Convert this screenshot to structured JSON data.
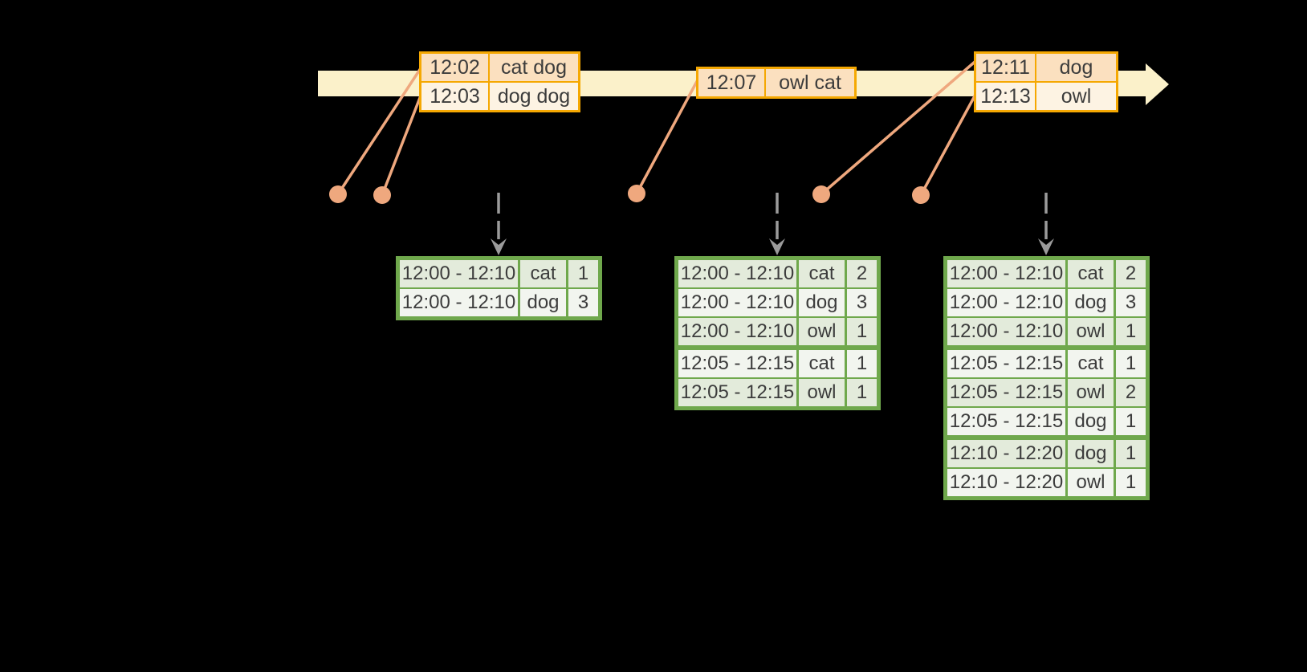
{
  "diagram": {
    "description": "windowed-word-count-streaming-diagram",
    "background_color": "#000000",
    "colors": {
      "timeline_arrow_fill": "#FBF1CA",
      "event_table_border": "#F5A802",
      "event_row_fill_dark": "#FBE0BF",
      "event_row_fill_light": "#FDF3E3",
      "connector_and_dot": "#EFA87E",
      "trigger_arrow_gray": "#9B9B9B",
      "result_table_border": "#6FA84C",
      "result_row_fill_dark": "#E3EBDB",
      "result_row_fill_light": "#F2F5EF",
      "text": "#3C3C3C"
    },
    "icons": {
      "timeline": "right-arrow-icon",
      "trigger": "dashed-down-arrow-icon",
      "event_marker": "dot-icon"
    },
    "timeline": {
      "event_tables": [
        {
          "rows": [
            {
              "time": "12:02",
              "words": "cat dog"
            },
            {
              "time": "12:03",
              "words": "dog dog"
            }
          ]
        },
        {
          "rows": [
            {
              "time": "12:07",
              "words": "owl cat"
            }
          ]
        },
        {
          "rows": [
            {
              "time": "12:11",
              "words": "dog"
            },
            {
              "time": "12:13",
              "words": "owl"
            }
          ]
        }
      ]
    },
    "result_tables": [
      {
        "rows": [
          {
            "window": "12:00 - 12:10",
            "word": "cat",
            "count": "1"
          },
          {
            "window": "12:00 - 12:10",
            "word": "dog",
            "count": "3"
          }
        ]
      },
      {
        "rows": [
          {
            "window": "12:00 - 12:10",
            "word": "cat",
            "count": "2"
          },
          {
            "window": "12:00 - 12:10",
            "word": "dog",
            "count": "3"
          },
          {
            "window": "12:00 - 12:10",
            "word": "owl",
            "count": "1"
          },
          {
            "window": "12:05 - 12:15",
            "word": "cat",
            "count": "1"
          },
          {
            "window": "12:05 - 12:15",
            "word": "owl",
            "count": "1"
          }
        ]
      },
      {
        "rows": [
          {
            "window": "12:00 - 12:10",
            "word": "cat",
            "count": "2"
          },
          {
            "window": "12:00 - 12:10",
            "word": "dog",
            "count": "3"
          },
          {
            "window": "12:00 - 12:10",
            "word": "owl",
            "count": "1"
          },
          {
            "window": "12:05 - 12:15",
            "word": "cat",
            "count": "1"
          },
          {
            "window": "12:05 - 12:15",
            "word": "owl",
            "count": "2"
          },
          {
            "window": "12:05 - 12:15",
            "word": "dog",
            "count": "1"
          },
          {
            "window": "12:10 - 12:20",
            "word": "dog",
            "count": "1"
          },
          {
            "window": "12:10 - 12:20",
            "word": "owl",
            "count": "1"
          }
        ]
      }
    ]
  }
}
